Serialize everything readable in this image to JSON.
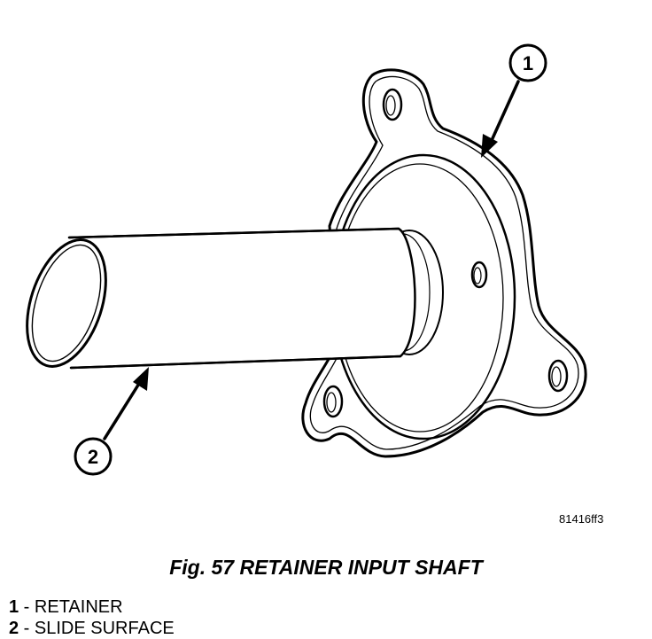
{
  "figure": {
    "callouts": [
      {
        "number": "1"
      },
      {
        "number": "2"
      }
    ],
    "figure_id": "81416ff3"
  },
  "caption": "Fig. 57 RETAINER INPUT SHAFT",
  "legend": [
    {
      "number": "1",
      "separator": " - ",
      "label": "RETAINER"
    },
    {
      "number": "2",
      "separator": " - ",
      "label": "SLIDE SURFACE"
    }
  ]
}
